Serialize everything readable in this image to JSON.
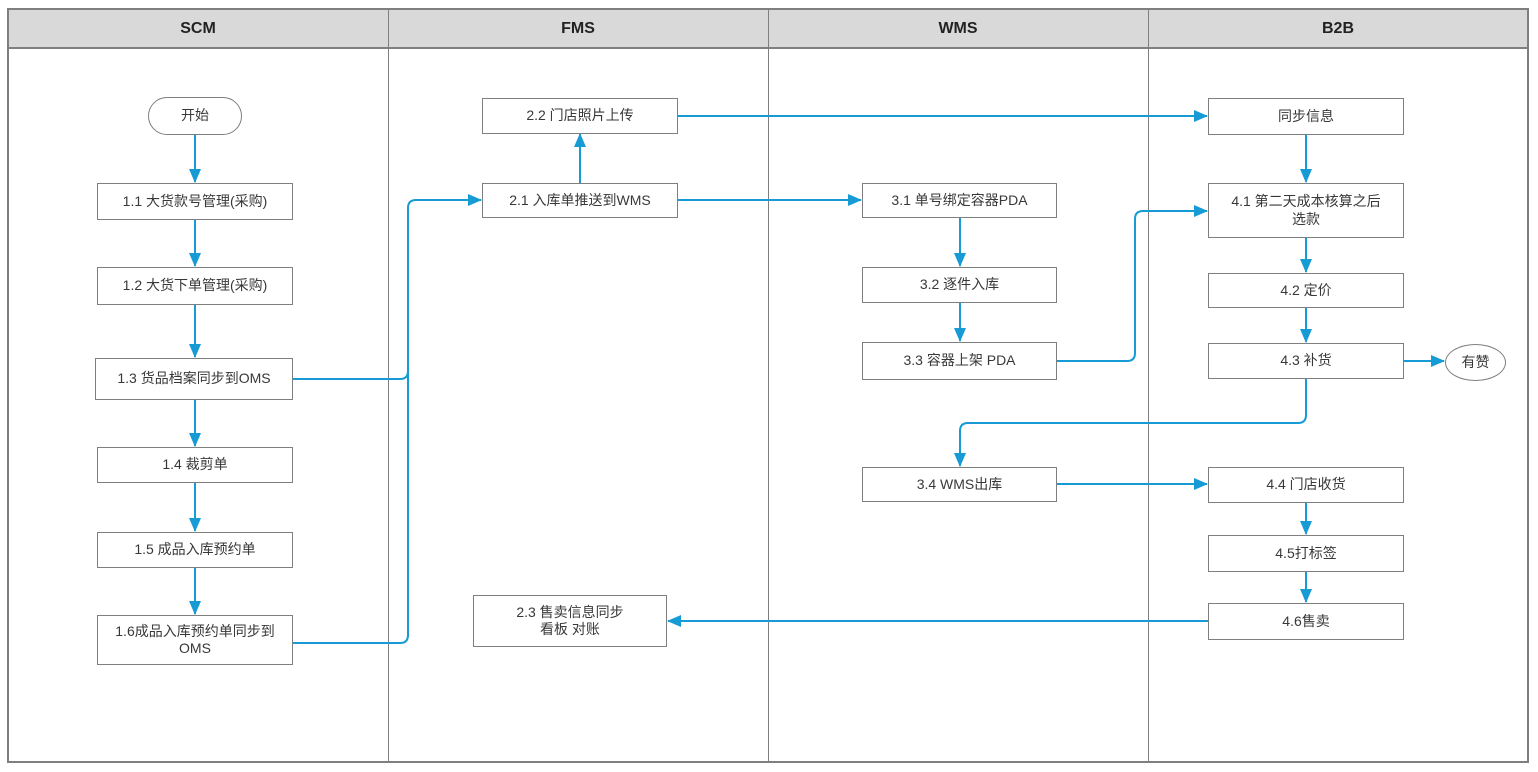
{
  "lanes": [
    {
      "title": "SCM"
    },
    {
      "title": "FMS"
    },
    {
      "title": "WMS"
    },
    {
      "title": "B2B"
    }
  ],
  "nodes": {
    "start": "开始",
    "n11": "1.1 大货款号管理(采购)",
    "n12": "1.2 大货下单管理(采购)",
    "n13": "1.3 货品档案同步到OMS",
    "n14": "1.4 裁剪单",
    "n15": "1.5 成品入库预约单",
    "n16": "1.6成品入库预约单同步到\nOMS",
    "n21": "2.1 入库单推送到WMS",
    "n22": "2.2 门店照片上传",
    "n23": "2.3 售卖信息同步\n看板 对账",
    "n31": "3.1 单号绑定容器PDA",
    "n32": "3.2 逐件入库",
    "n33": "3.3 容器上架 PDA",
    "n34": "3.4 WMS出库",
    "sync": "同步信息",
    "n41": "4.1 第二天成本核算之后\n选款",
    "n42": "4.2 定价",
    "n43": "4.3 补货",
    "n44": "4.4 门店收货",
    "n45": "4.5打标签",
    "n46": "4.6售卖",
    "youzan": "有赞"
  },
  "colors": {
    "connector": "#169bd5",
    "header_bg": "#d9d9d9",
    "node_border": "#7f7f7f",
    "frame_border": "#7f7f7f",
    "text": "#383838"
  }
}
